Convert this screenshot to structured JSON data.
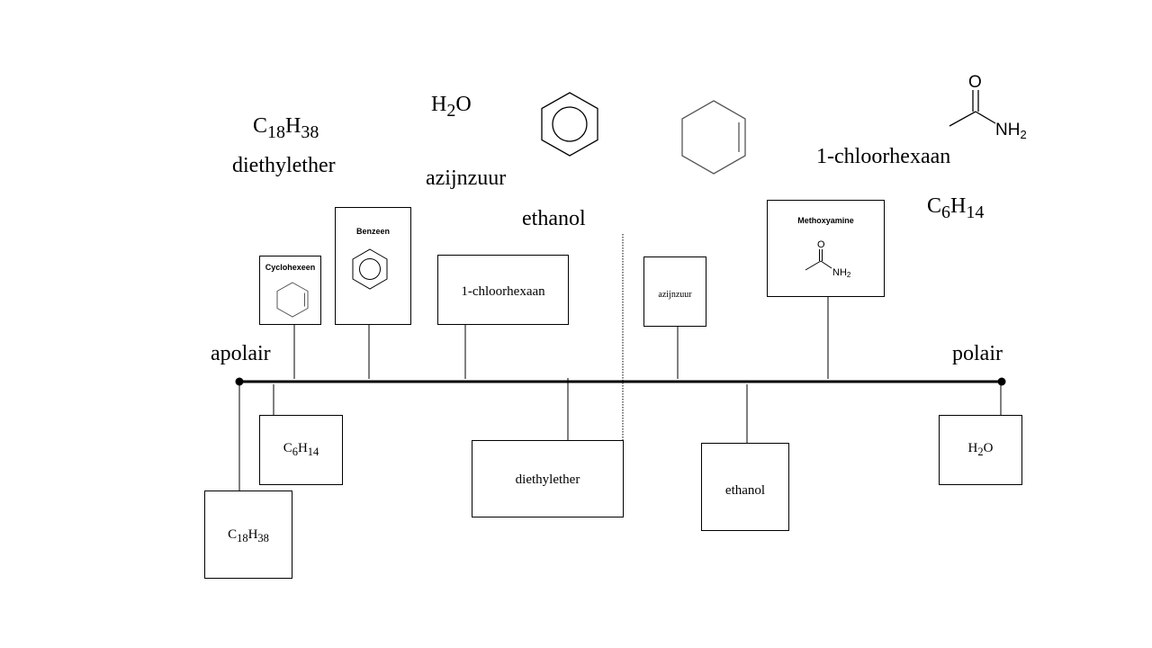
{
  "axis": {
    "left_label": "apolair",
    "right_label": "polair"
  },
  "free_labels": [
    {
      "name": "c18h38",
      "parts": [
        {
          "t": "C"
        },
        {
          "t": "18",
          "sub": true
        },
        {
          "t": "H"
        },
        {
          "t": "38",
          "sub": true
        }
      ]
    },
    {
      "name": "diethylether",
      "text": "diethylether"
    },
    {
      "name": "h2o",
      "parts": [
        {
          "t": "H"
        },
        {
          "t": "2",
          "sub": true
        },
        {
          "t": "O"
        }
      ]
    },
    {
      "name": "azijnzuur",
      "text": "azijnzuur"
    },
    {
      "name": "ethanol",
      "text": "ethanol"
    },
    {
      "name": "1-chloorhexaan",
      "text": "1-chloorhexaan"
    },
    {
      "name": "c6h14",
      "parts": [
        {
          "t": "C"
        },
        {
          "t": "6",
          "sub": true
        },
        {
          "t": "H"
        },
        {
          "t": "14",
          "sub": true
        }
      ]
    }
  ],
  "free_structures": [
    {
      "name": "benzene-structure-icon",
      "kind": "benzene"
    },
    {
      "name": "cyclohexene-structure-icon",
      "kind": "cyclohexene"
    },
    {
      "name": "acetamide-structure-icon",
      "kind": "acetamide",
      "atoms": {
        "o": "O",
        "nh": "NH",
        "sub": "2"
      }
    }
  ],
  "boxes_above": [
    {
      "name": "cyclohexeen-box",
      "title": "Cyclohexeen",
      "kind": "cyclohexene"
    },
    {
      "name": "benzeen-box",
      "title": "Benzeen",
      "kind": "benzene"
    },
    {
      "name": "1-chloorhexaan-box",
      "text": "1-chloorhexaan"
    },
    {
      "name": "azijnzuur-box",
      "text": "azijnzuur"
    },
    {
      "name": "methoxyamine-box",
      "title": "Methoxyamine",
      "kind": "acetamide",
      "atoms": {
        "o": "O",
        "nh": "NH",
        "sub": "2"
      }
    }
  ],
  "boxes_below": [
    {
      "name": "c18h38-box",
      "parts": [
        {
          "t": "C"
        },
        {
          "t": "18",
          "sub": true
        },
        {
          "t": "H"
        },
        {
          "t": "38",
          "sub": true
        }
      ]
    },
    {
      "name": "c6h14-box",
      "parts": [
        {
          "t": "C"
        },
        {
          "t": "6",
          "sub": true
        },
        {
          "t": "H"
        },
        {
          "t": "14",
          "sub": true
        }
      ]
    },
    {
      "name": "diethylether-box",
      "text": "diethylether"
    },
    {
      "name": "ethanol-box",
      "text": "ethanol"
    },
    {
      "name": "h2o-box",
      "parts": [
        {
          "t": "H"
        },
        {
          "t": "2",
          "sub": true
        },
        {
          "t": "O"
        }
      ]
    }
  ],
  "colors": {
    "line": "#000000",
    "background": "#ffffff"
  }
}
